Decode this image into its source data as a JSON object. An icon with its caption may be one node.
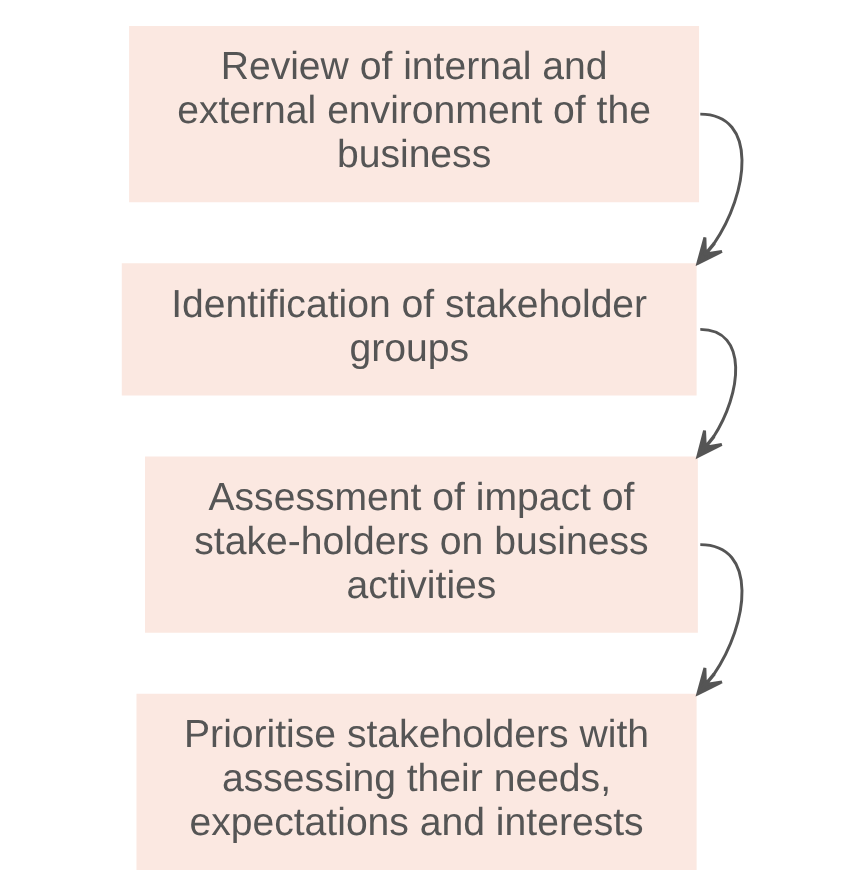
{
  "diagram": {
    "nodes": [
      {
        "text": [
          "Review of internal and external environment of the business"
        ]
      },
      {
        "text": [
          "Identification of stakeholder groups"
        ]
      },
      {
        "text": [
          "Assessment of impact of stake-holders on business activities"
        ]
      },
      {
        "text": [
          "Prioritise stakeholders with assessing their needs, expectations and interests"
        ]
      }
    ],
    "edges": [
      {
        "from": 0,
        "to": 1,
        "arrow": "to"
      },
      {
        "from": 1,
        "to": 2,
        "arrow": "to"
      },
      {
        "from": 2,
        "to": 3,
        "arrow": "to"
      }
    ]
  }
}
